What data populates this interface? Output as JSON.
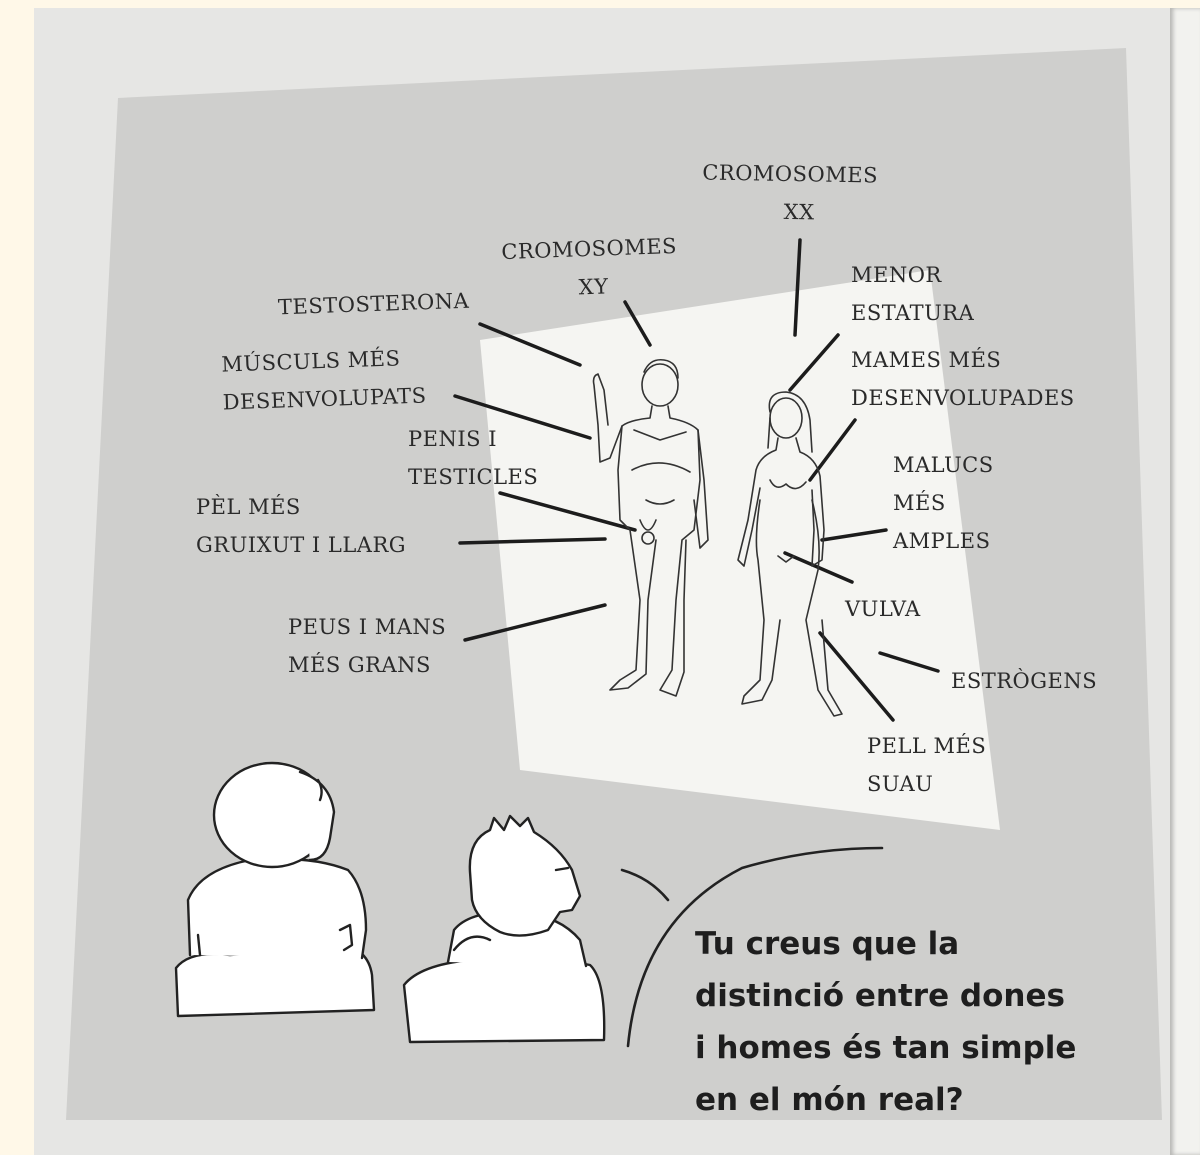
{
  "labels": {
    "cromosomes_xx_1": "CROMOSOMES",
    "cromosomes_xx_2": "XX",
    "cromosomes_xy_1": "CROMOSOMES",
    "cromosomes_xy_2": "XY",
    "testosterona": "TESTOSTERONA",
    "muscles_1": "MÚSCULS MÉS",
    "muscles_2": "DESENVOLUPATS",
    "penis_1": "PENIS I",
    "penis_2": "TESTICLES",
    "pel_1": "PÈL MÉS",
    "pel_2": "GRUIXUT I LLARG",
    "peus_1": "PEUS I MANS",
    "peus_2": "MÉS GRANS",
    "estatura_1": "MENOR",
    "estatura_2": "ESTATURA",
    "mames_1": "MAMES MÉS",
    "mames_2": "DESENVOLUPADES",
    "malucs_1": "MALUCS",
    "malucs_2": "MÉS",
    "malucs_3": "AMPLES",
    "vulva": "VULVA",
    "estrogens": "ESTRÒGENS",
    "pell_1": "PELL MÉS",
    "pell_2": "SUAU"
  },
  "caption": {
    "line1": "Tu creus que la",
    "line2": "distinció entre dones",
    "line3": "i homes és tan simple",
    "line4": "en el món real?"
  }
}
